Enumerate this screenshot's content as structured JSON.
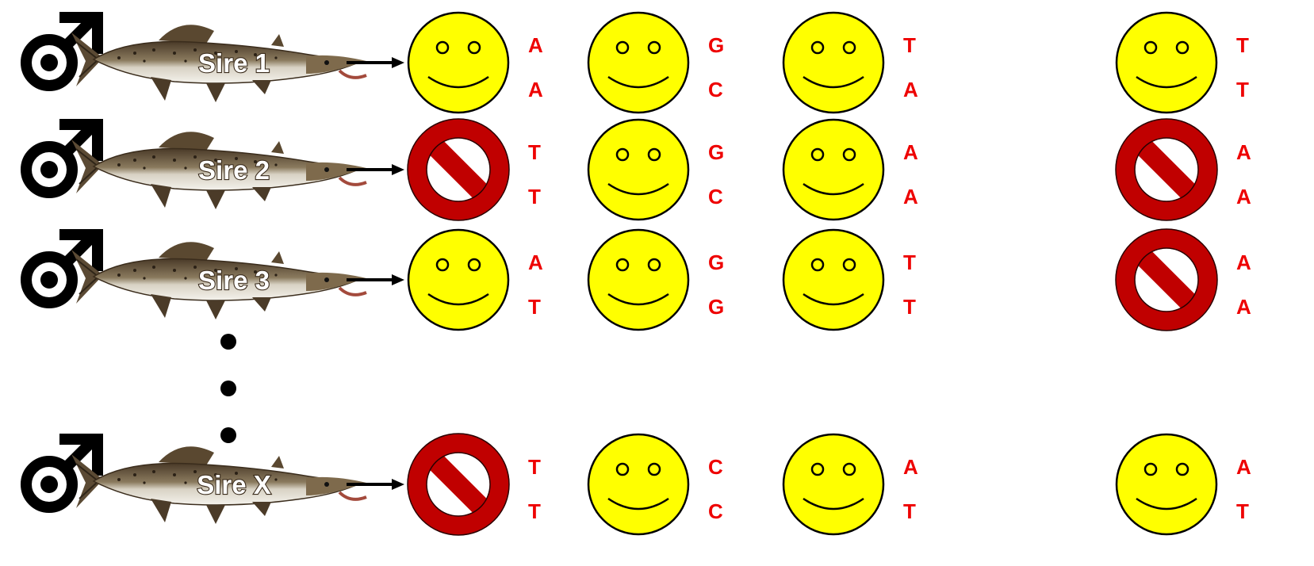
{
  "sires": [
    {
      "label": "Sire 1",
      "genotypes": [
        {
          "status": "ok",
          "alleles": [
            "A",
            "A"
          ]
        },
        {
          "status": "ok",
          "alleles": [
            "G",
            "C"
          ]
        },
        {
          "status": "ok",
          "alleles": [
            "T",
            "A"
          ]
        },
        {
          "status": "ok",
          "alleles": [
            "T",
            "T"
          ]
        }
      ]
    },
    {
      "label": "Sire 2",
      "genotypes": [
        {
          "status": "excluded",
          "alleles": [
            "T",
            "T"
          ]
        },
        {
          "status": "ok",
          "alleles": [
            "G",
            "C"
          ]
        },
        {
          "status": "ok",
          "alleles": [
            "A",
            "A"
          ]
        },
        {
          "status": "excluded",
          "alleles": [
            "A",
            "A"
          ]
        }
      ]
    },
    {
      "label": "Sire 3",
      "genotypes": [
        {
          "status": "ok",
          "alleles": [
            "A",
            "T"
          ]
        },
        {
          "status": "ok",
          "alleles": [
            "G",
            "G"
          ]
        },
        {
          "status": "ok",
          "alleles": [
            "T",
            "T"
          ]
        },
        {
          "status": "excluded",
          "alleles": [
            "A",
            "A"
          ]
        }
      ]
    },
    {
      "label": "Sire X",
      "genotypes": [
        {
          "status": "excluded",
          "alleles": [
            "T",
            "T"
          ]
        },
        {
          "status": "ok",
          "alleles": [
            "C",
            "C"
          ]
        },
        {
          "status": "ok",
          "alleles": [
            "A",
            "T"
          ]
        },
        {
          "status": "ok",
          "alleles": [
            "A",
            "T"
          ]
        }
      ]
    }
  ],
  "icons": {
    "male": "male-symbol-icon",
    "fish": "salmon-icon",
    "ok": "smiley-face-icon",
    "excluded": "prohibition-sign-icon"
  },
  "colors": {
    "allele": "#ee0000",
    "smiley_fill": "#ffff00",
    "prohibited": "#c00000"
  }
}
